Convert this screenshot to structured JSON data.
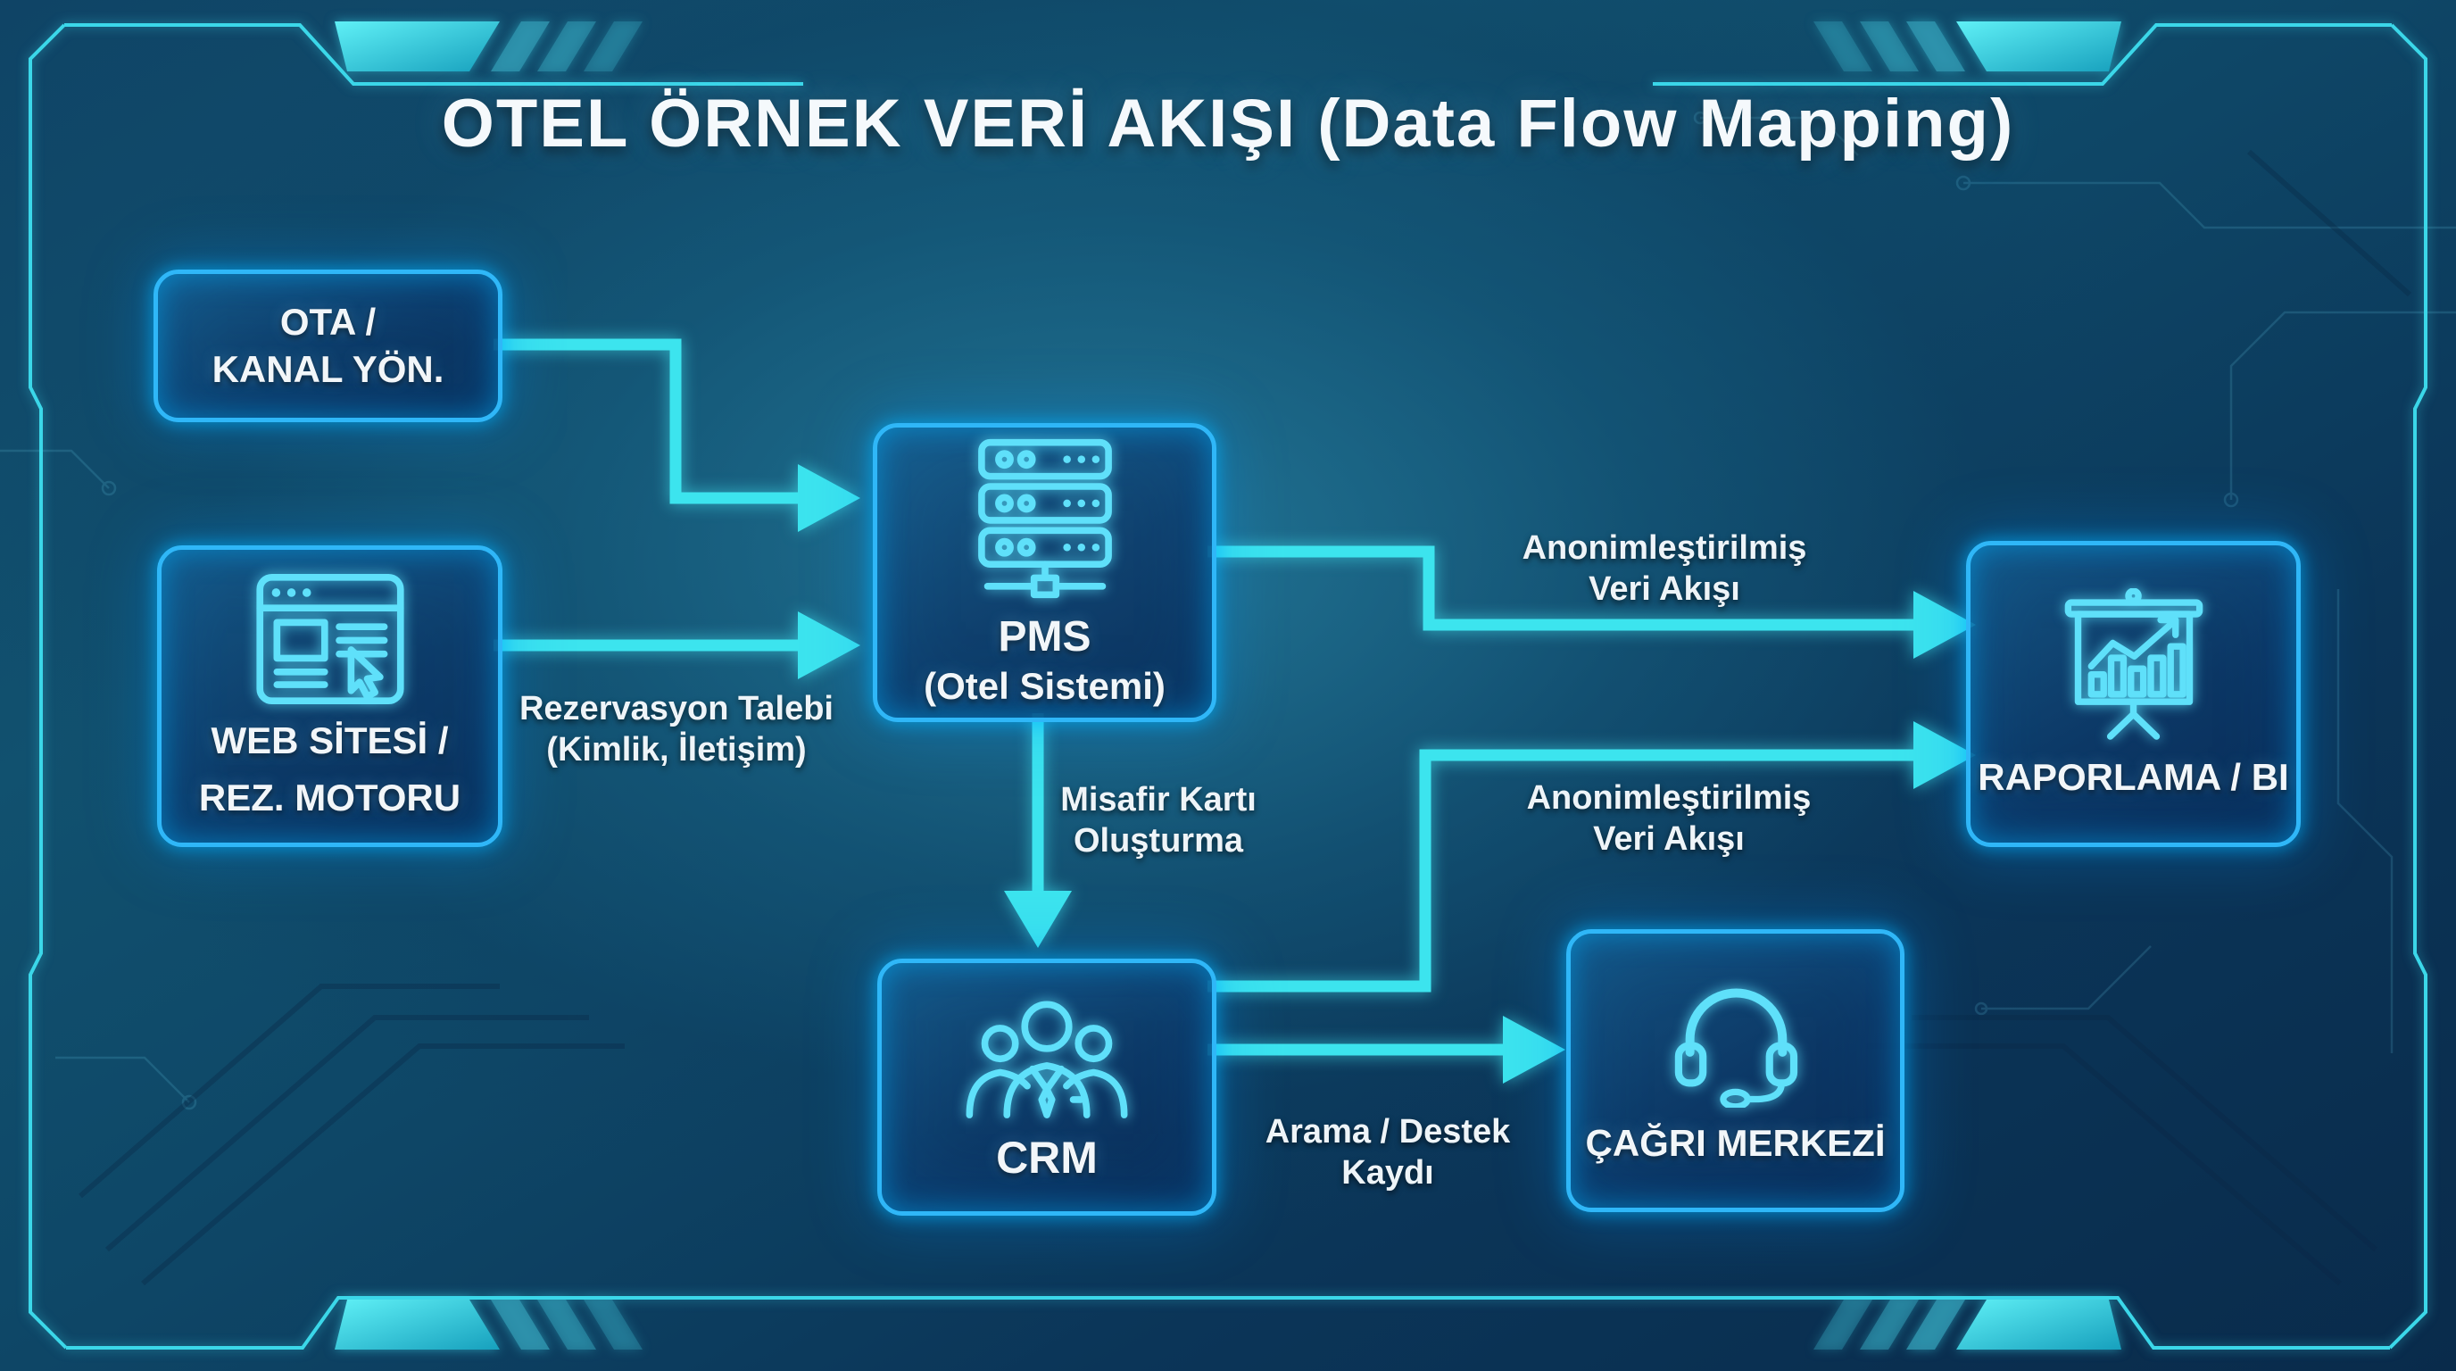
{
  "title": "OTEL ÖRNEK VERİ AKIŞI (Data Flow Mapping)",
  "nodes": {
    "ota": {
      "line1": "OTA /",
      "line2": "KANAL YÖN."
    },
    "web": {
      "line1": "WEB SİTESİ /",
      "line2": "REZ. MOTORU",
      "icon": "browser-cursor-icon"
    },
    "pms": {
      "line1": "PMS",
      "line2": "(Otel Sistemi)",
      "icon": "server-stack-icon"
    },
    "raporlama": {
      "line1": "RAPORLAMA / BI",
      "icon": "presentation-chart-icon"
    },
    "crm": {
      "line1": "CRM",
      "icon": "people-group-icon"
    },
    "cagri": {
      "line1": "ÇAĞRI MERKEZİ",
      "icon": "headset-icon"
    }
  },
  "edge_labels": {
    "rezervasyon": {
      "line1": "Rezervasyon Talebi",
      "line2": "(Kimlik, İletişim)"
    },
    "misafir": {
      "line1": "Misafir Kartı",
      "line2": "Oluşturma"
    },
    "anonim_top": {
      "line1": "Anonimleştirilmiş",
      "line2": "Veri Akışı"
    },
    "anonim_bottom": {
      "line1": "Anonimleştirilmiş",
      "line2": "Veri Akışı"
    },
    "arama": {
      "line1": "Arama / Destek",
      "line2": "Kaydı"
    }
  },
  "edges": [
    {
      "from": "OTA / KANAL YÖN.",
      "to": "PMS (Otel Sistemi)",
      "label": ""
    },
    {
      "from": "WEB SİTESİ / REZ. MOTORU",
      "to": "PMS (Otel Sistemi)",
      "label": "Rezervasyon Talebi (Kimlik, İletişim)"
    },
    {
      "from": "PMS (Otel Sistemi)",
      "to": "CRM",
      "label": "Misafir Kartı Oluşturma"
    },
    {
      "from": "PMS (Otel Sistemi)",
      "to": "RAPORLAMA / BI",
      "label": "Anonimleştirilmiş Veri Akışı"
    },
    {
      "from": "CRM",
      "to": "RAPORLAMA / BI",
      "label": "Anonimleştirilmiş Veri Akışı"
    },
    {
      "from": "CRM",
      "to": "ÇAĞRI MERKEZİ",
      "label": "Arama / Destek Kaydı"
    }
  ],
  "colors": {
    "background_center": "#15607f",
    "background_edge": "#092b4b",
    "box_border": "#2fb7f8",
    "arrow": "#3ce4ee",
    "frame_line": "#3bd7e9",
    "accent_bright": "#5ff0f6",
    "accent_dark": "#17a0bd",
    "text": "#f5f9fc"
  }
}
